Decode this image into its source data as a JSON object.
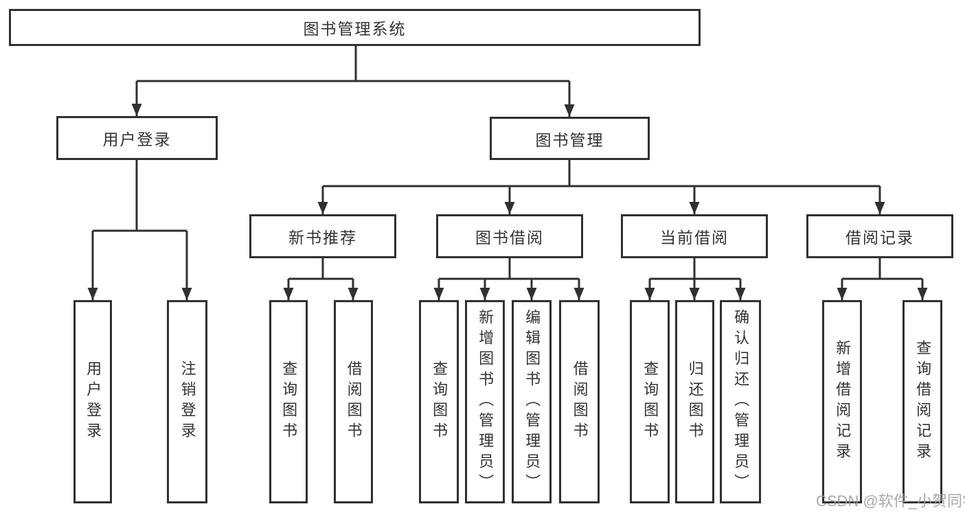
{
  "palette": {
    "line_color": "#303030",
    "box_border_color": "#303030",
    "text_color": "#333333",
    "background": "#ffffff",
    "watermark_color": "#969ba3"
  },
  "tree": {
    "root": {
      "label": "图书管理系统"
    },
    "level2": [
      {
        "label": "用户登录",
        "leaves": [
          {
            "label": "用户登录"
          },
          {
            "label": "注销登录"
          }
        ]
      },
      {
        "label": "图书管理",
        "groups": [
          {
            "label": "新书推荐",
            "leaves": [
              {
                "label": "查询图书"
              },
              {
                "label": "借阅图书"
              }
            ]
          },
          {
            "label": "图书借阅",
            "leaves": [
              {
                "label": "查询图书"
              },
              {
                "label": "新增图书（管理员）"
              },
              {
                "label": "编辑图书（管理员）"
              },
              {
                "label": "借阅图书"
              }
            ]
          },
          {
            "label": "当前借阅",
            "leaves": [
              {
                "label": "查询图书"
              },
              {
                "label": "归还图书"
              },
              {
                "label": "确认归还（管理员）"
              }
            ]
          },
          {
            "label": "借阅记录",
            "leaves": [
              {
                "label": "新增借阅记录"
              },
              {
                "label": "查询借阅记录"
              }
            ]
          }
        ]
      }
    ]
  },
  "watermark": {
    "text": "CSDN @软件_小贺同学"
  }
}
